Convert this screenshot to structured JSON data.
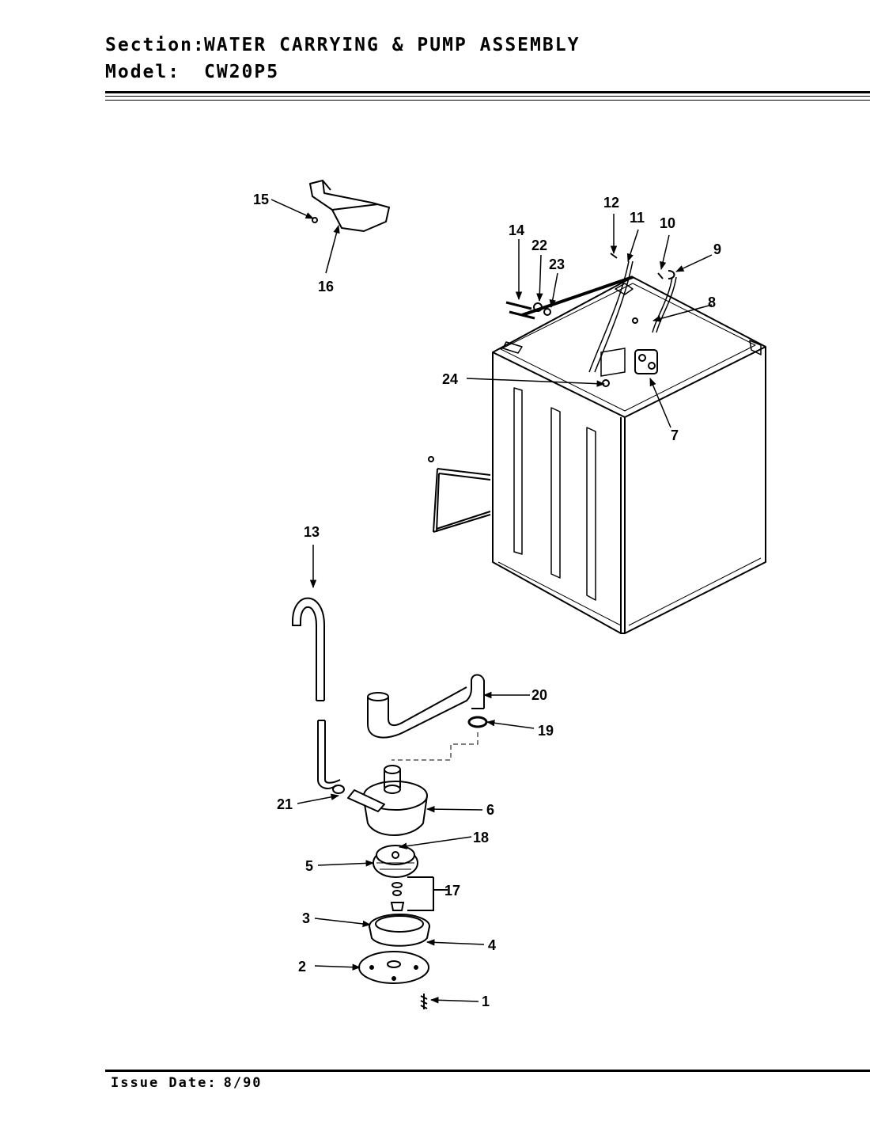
{
  "header": {
    "section_label": "Section:",
    "section_value": "WATER CARRYING & PUMP ASSEMBLY",
    "model_label": "Model:",
    "model_value": "CW20P5"
  },
  "callouts": {
    "c1": "1",
    "c2": "2",
    "c3": "3",
    "c4": "4",
    "c5": "5",
    "c6": "6",
    "c7": "7",
    "c8": "8",
    "c9": "9",
    "c10": "10",
    "c11": "11",
    "c12": "12",
    "c13": "13",
    "c14": "14",
    "c15": "15",
    "c16": "16",
    "c17": "17",
    "c18": "18",
    "c19": "19",
    "c20": "20",
    "c21": "21",
    "c22": "22",
    "c23": "23",
    "c24": "24"
  },
  "footer": {
    "issue_label": "Issue Date:",
    "issue_value": "8/90"
  }
}
